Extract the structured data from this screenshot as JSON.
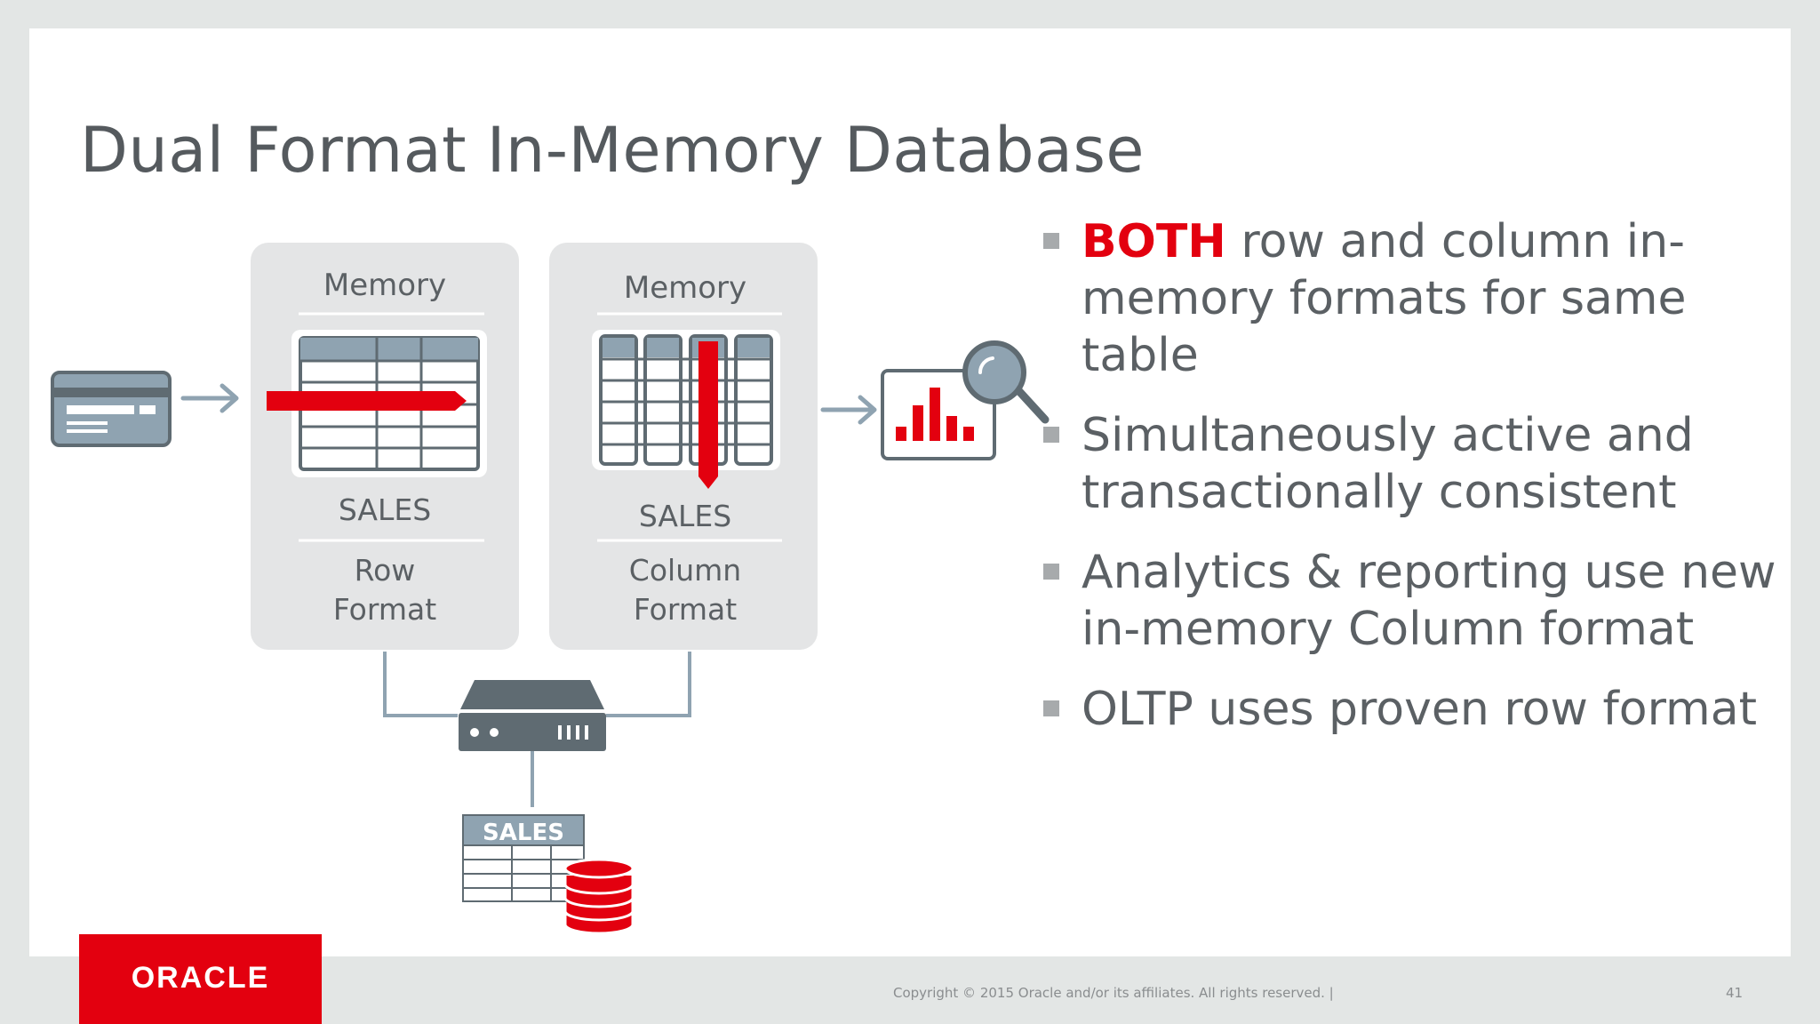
{
  "title": "Dual Format In-Memory Database",
  "diagram": {
    "row_panel": {
      "header": "Memory",
      "table_label": "SALES",
      "format_line1": "Row",
      "format_line2": "Format"
    },
    "column_panel": {
      "header": "Memory",
      "table_label": "SALES",
      "format_line1": "Column",
      "format_line2": "Format"
    },
    "storage_table_label": "SALES"
  },
  "bullets": [
    {
      "emph": "BOTH",
      "line1": " row and column in-",
      "line2": "memory formats for same table"
    },
    {
      "emph": "",
      "line1": "Simultaneously active and",
      "line2": "transactionally consistent"
    },
    {
      "emph": "",
      "line1": "Analytics & reporting use new",
      "line2": "in-memory Column format"
    },
    {
      "emph": "",
      "line1": "OLTP uses proven row format",
      "line2": ""
    }
  ],
  "footer": {
    "copyright": "Copyright © 2015 Oracle and/or its affiliates. All rights reserved.  |",
    "page_number": "41"
  },
  "logo_text": "ORACLE",
  "colors": {
    "accent_red": "#e3000f",
    "slate": "#5f6b72",
    "panel": "#e4e5e6"
  },
  "icons": [
    "credit-card-icon",
    "arrow-right-icon",
    "analytics-magnifier-icon",
    "server-icon",
    "database-icon"
  ]
}
